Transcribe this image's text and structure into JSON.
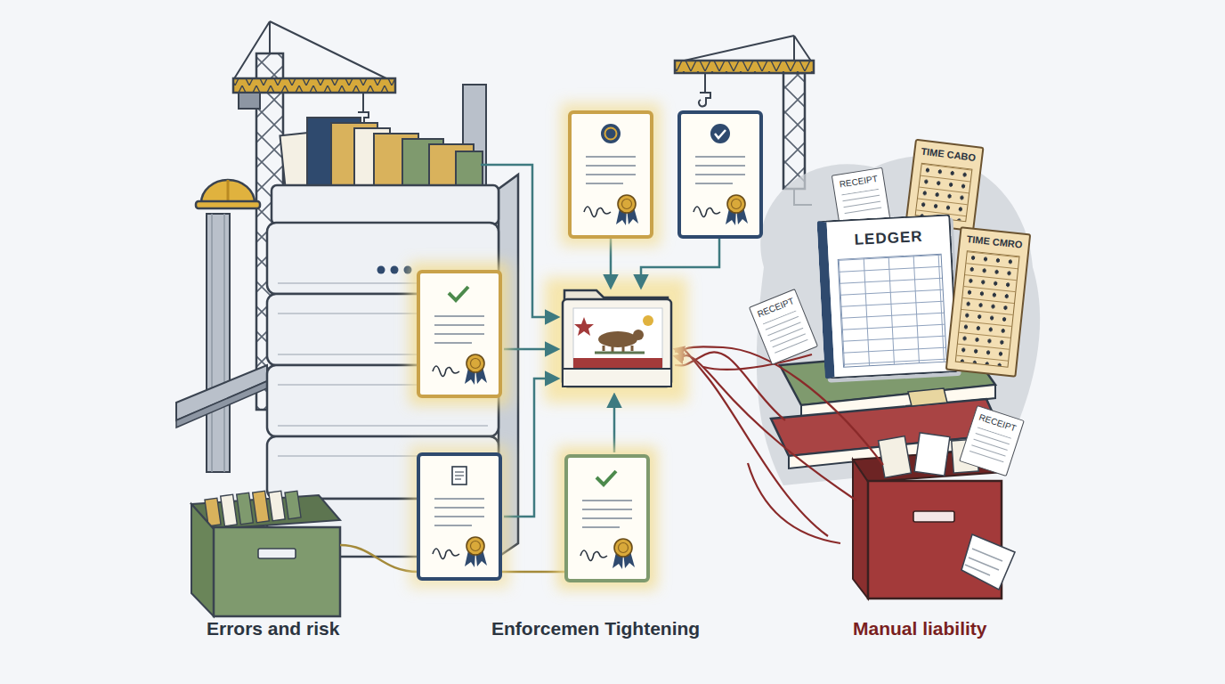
{
  "diagram": {
    "nodes": [
      {
        "text": [
          "TIME CABO"
        ]
      },
      {
        "text": [
          "RECEIPT"
        ]
      },
      {
        "text": [
          "LEDGER"
        ]
      },
      {
        "text": [
          "TIME CMRO"
        ]
      },
      {
        "text": [
          "RECEIPT"
        ]
      },
      {
        "text": [
          "RECEIPT"
        ]
      }
    ],
    "labels": [
      "Errors and risk",
      "Enforcemen Tightening",
      "Manual liability"
    ]
  }
}
